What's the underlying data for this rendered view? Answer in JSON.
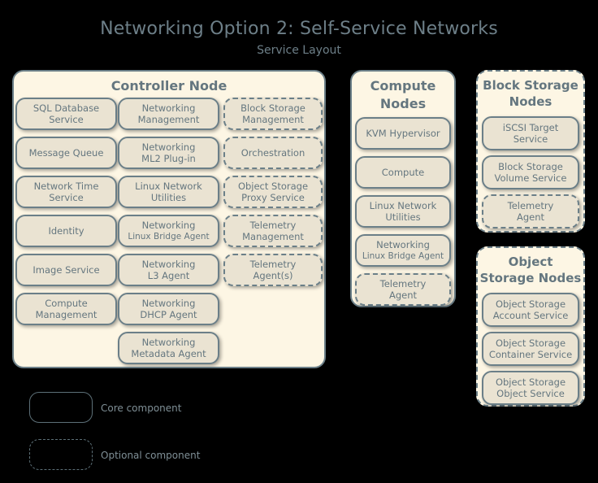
{
  "header": {
    "title": "Networking Option 2: Self-Service Networks",
    "subtitle": "Service Layout"
  },
  "panels": {
    "controller": {
      "title": "Controller Node",
      "columns": [
        {
          "name": "controller-column-1",
          "items": [
            {
              "l1": "SQL Database",
              "l2": "Service",
              "optional": false
            },
            {
              "l1": "Message Queue",
              "l2": "",
              "optional": false
            },
            {
              "l1": "Network Time",
              "l2": "Service",
              "optional": false
            },
            {
              "l1": "Identity",
              "l2": "",
              "optional": false
            },
            {
              "l1": "Image Service",
              "l2": "",
              "optional": false
            },
            {
              "l1": "Compute",
              "l2": "Management",
              "optional": false
            }
          ]
        },
        {
          "name": "controller-column-2",
          "items": [
            {
              "l1": "Networking",
              "l2": "Management",
              "optional": false
            },
            {
              "l1": "Networking",
              "l2": "ML2 Plug-in",
              "optional": false
            },
            {
              "l1": "Linux Network",
              "l2": "Utilities",
              "optional": false
            },
            {
              "l1": "Networking",
              "l2": "Linux Bridge Agent",
              "optional": false,
              "tight": true
            },
            {
              "l1": "Networking",
              "l2": "L3 Agent",
              "optional": false
            },
            {
              "l1": "Networking",
              "l2": "DHCP Agent",
              "optional": false
            },
            {
              "l1": "Networking",
              "l2": "Metadata Agent",
              "optional": false
            }
          ]
        },
        {
          "name": "controller-column-3",
          "items": [
            {
              "l1": "Block Storage",
              "l2": "Management",
              "optional": true
            },
            {
              "l1": "Orchestration",
              "l2": "",
              "optional": true
            },
            {
              "l1": "Object Storage",
              "l2": "Proxy Service",
              "optional": true
            },
            {
              "l1": "Telemetry",
              "l2": "Management",
              "optional": true
            },
            {
              "l1": "Telemetry",
              "l2": "Agent(s)",
              "optional": true
            }
          ]
        }
      ]
    },
    "compute": {
      "title_line1": "Compute",
      "title_line2": "Nodes",
      "optional_panel": false,
      "items": [
        {
          "l1": "KVM Hypervisor",
          "l2": "",
          "optional": false
        },
        {
          "l1": "Compute",
          "l2": "",
          "optional": false
        },
        {
          "l1": "Linux Network",
          "l2": "Utilities",
          "optional": false
        },
        {
          "l1": "Networking",
          "l2": "Linux Bridge Agent",
          "optional": false,
          "tight": true
        },
        {
          "l1": "Telemetry",
          "l2": "Agent",
          "optional": true
        }
      ]
    },
    "block_storage": {
      "title_line1": "Block Storage",
      "title_line2": "Nodes",
      "optional_panel": true,
      "items": [
        {
          "l1": "iSCSI Target",
          "l2": "Service",
          "optional": false
        },
        {
          "l1": "Block Storage",
          "l2": "Volume Service",
          "optional": false
        },
        {
          "l1": "Telemetry",
          "l2": "Agent",
          "optional": true
        }
      ]
    },
    "object_storage": {
      "title_line1": "Object",
      "title_line2": "Storage Nodes",
      "optional_panel": true,
      "items": [
        {
          "l1": "Object Storage",
          "l2": "Account Service",
          "optional": false
        },
        {
          "l1": "Object Storage",
          "l2": "Container Service",
          "optional": false
        },
        {
          "l1": "Object Storage",
          "l2": "Object Service",
          "optional": false
        }
      ]
    }
  },
  "legend": {
    "core_label": "Core component",
    "optional_label": "Optional component"
  },
  "colors": {
    "background": "#000000",
    "panel_fill": "#fdf6e4",
    "box_fill": "#eae3d2",
    "stroke": "#6b7f88",
    "text": "#64767f",
    "title_text": "#6d7f88"
  }
}
